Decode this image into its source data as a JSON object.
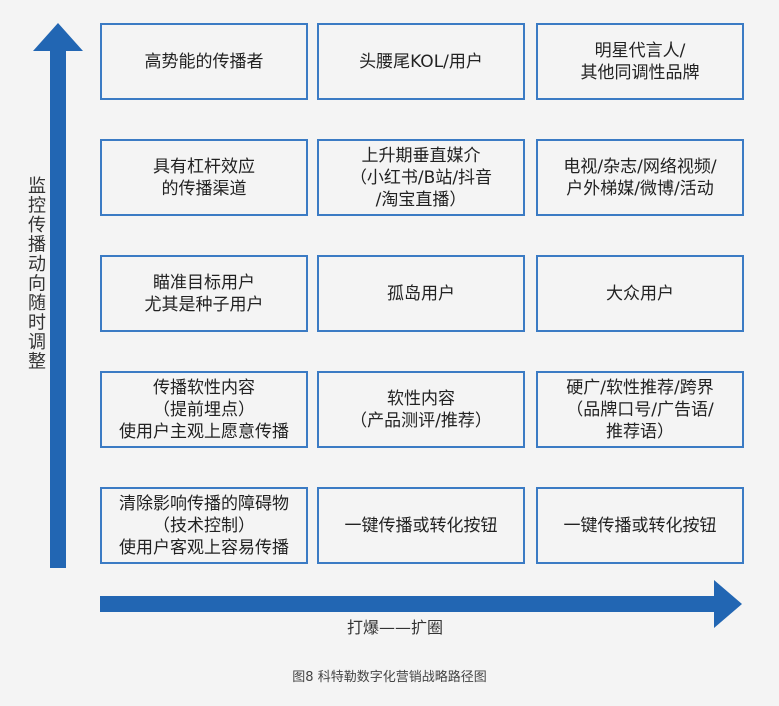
{
  "diagram": {
    "accent_color": "#2266b3",
    "border_color": "#3b7bc4",
    "vertical_axis_label": "监控传播动向随时调整",
    "horizontal_axis_label": "打爆——扩圈",
    "caption": "图8 科特勒数字化营销战略路径图",
    "rows": [
      {
        "cells": [
          "高势能的传播者",
          "头腰尾KOL/用户",
          "明星代言人/\n其他同调性品牌"
        ]
      },
      {
        "cells": [
          "具有杠杆效应\n的传播渠道",
          "上升期垂直媒介\n（小红书/B站/抖音\n/淘宝直播）",
          "电视/杂志/网络视频/\n户外梯媒/微博/活动"
        ]
      },
      {
        "cells": [
          "瞄准目标用户\n尤其是种子用户",
          "孤岛用户",
          "大众用户"
        ]
      },
      {
        "cells": [
          "传播软性内容\n（提前埋点）\n使用户主观上愿意传播",
          "软性内容\n（产品测评/推荐）",
          "硬广/软性推荐/跨界\n（品牌口号/广告语/\n推荐语）"
        ]
      },
      {
        "cells": [
          "清除影响传播的障碍物\n（技术控制）\n使用户客观上容易传播",
          "一键传播或转化按钮",
          "一键传播或转化按钮"
        ]
      }
    ]
  }
}
